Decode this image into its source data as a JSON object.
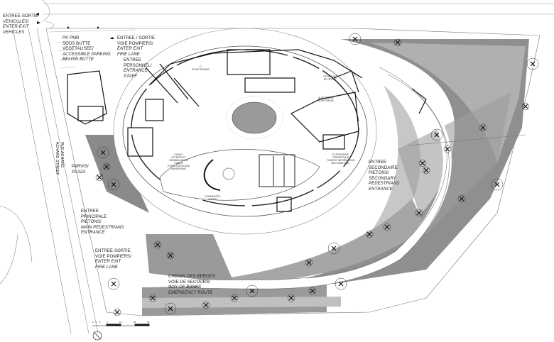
{
  "labels": {
    "vehicle_entrance": [
      "ENTREE-SORTIE",
      "VEHICULES/",
      "ENTER-EXIT",
      "VEHICLES"
    ],
    "parking": [
      "PK PMR",
      "SOUS BUTTE",
      "VEGETALISEE/",
      "ACCESSIBLE PARKING",
      "BELOW BUTTE"
    ],
    "fire_lane_top": [
      "ENTREE / SORTIE",
      "VOIE POMPIERS/",
      "ENTER EXIT",
      "FIRE LANE"
    ],
    "staff_entrance": [
      "ENTREE",
      "PERSONNEL/",
      "ENTRANCE",
      "STAFF"
    ],
    "street": [
      "RUE ACHARD",
      "ACHARD STREET"
    ],
    "plaza": [
      "PARVIS/",
      "PLAZA"
    ],
    "main_entrance": [
      "ENTREE",
      "PRINCIPALE",
      "PIETONS/",
      "MAIN PEDESTRIANS",
      "ENTRANCE"
    ],
    "fire_lane_bottom": [
      "ENTREE-SORTIE",
      "VOIE POMPIERS/",
      "ENTER EXIT",
      "FIRE LANE"
    ],
    "banks_route": [
      "CHEMIN DES BERGES",
      "VOIE DE SECOURS/",
      "WAY OF BANKS",
      "EMERGENCY ROUTE"
    ],
    "secondary_entrance": [
      "ENTREE",
      "SECONDAIRE",
      "PIETONS/",
      "SECONDARY",
      "PEDESTRIANS",
      "ENTRANCE"
    ]
  },
  "rooms": {
    "plant_rooms": [
      "LT",
      "PLANT ROOMS"
    ],
    "office": [
      "OFFICE BAT",
      "BP OFFICE"
    ],
    "auditorium": [
      "AUDITORIUM",
      "AUDITORIUM"
    ],
    "public_hall": [
      "PUBLIC",
      "ATTENTE ET",
      "DEAMBULATION",
      "PUBLIC",
      "EXPECTATION AND",
      "WANDERING"
    ],
    "welcome_hall": [
      "PLATEFORME",
      "TOURISTIQUE",
      "TOURIST INFORMATION",
      "WELCOME HALL"
    ],
    "shops": [
      "COMMERCES",
      "SHOPS"
    ]
  },
  "scale_bar": [
    "0",
    "1",
    "2",
    "5",
    "10",
    "20",
    "50"
  ],
  "colors": {
    "landscape": "#8c8c8c",
    "landscape_light": "#c8c8c8",
    "walls": "#111111",
    "lines": "#9a9a9a"
  }
}
